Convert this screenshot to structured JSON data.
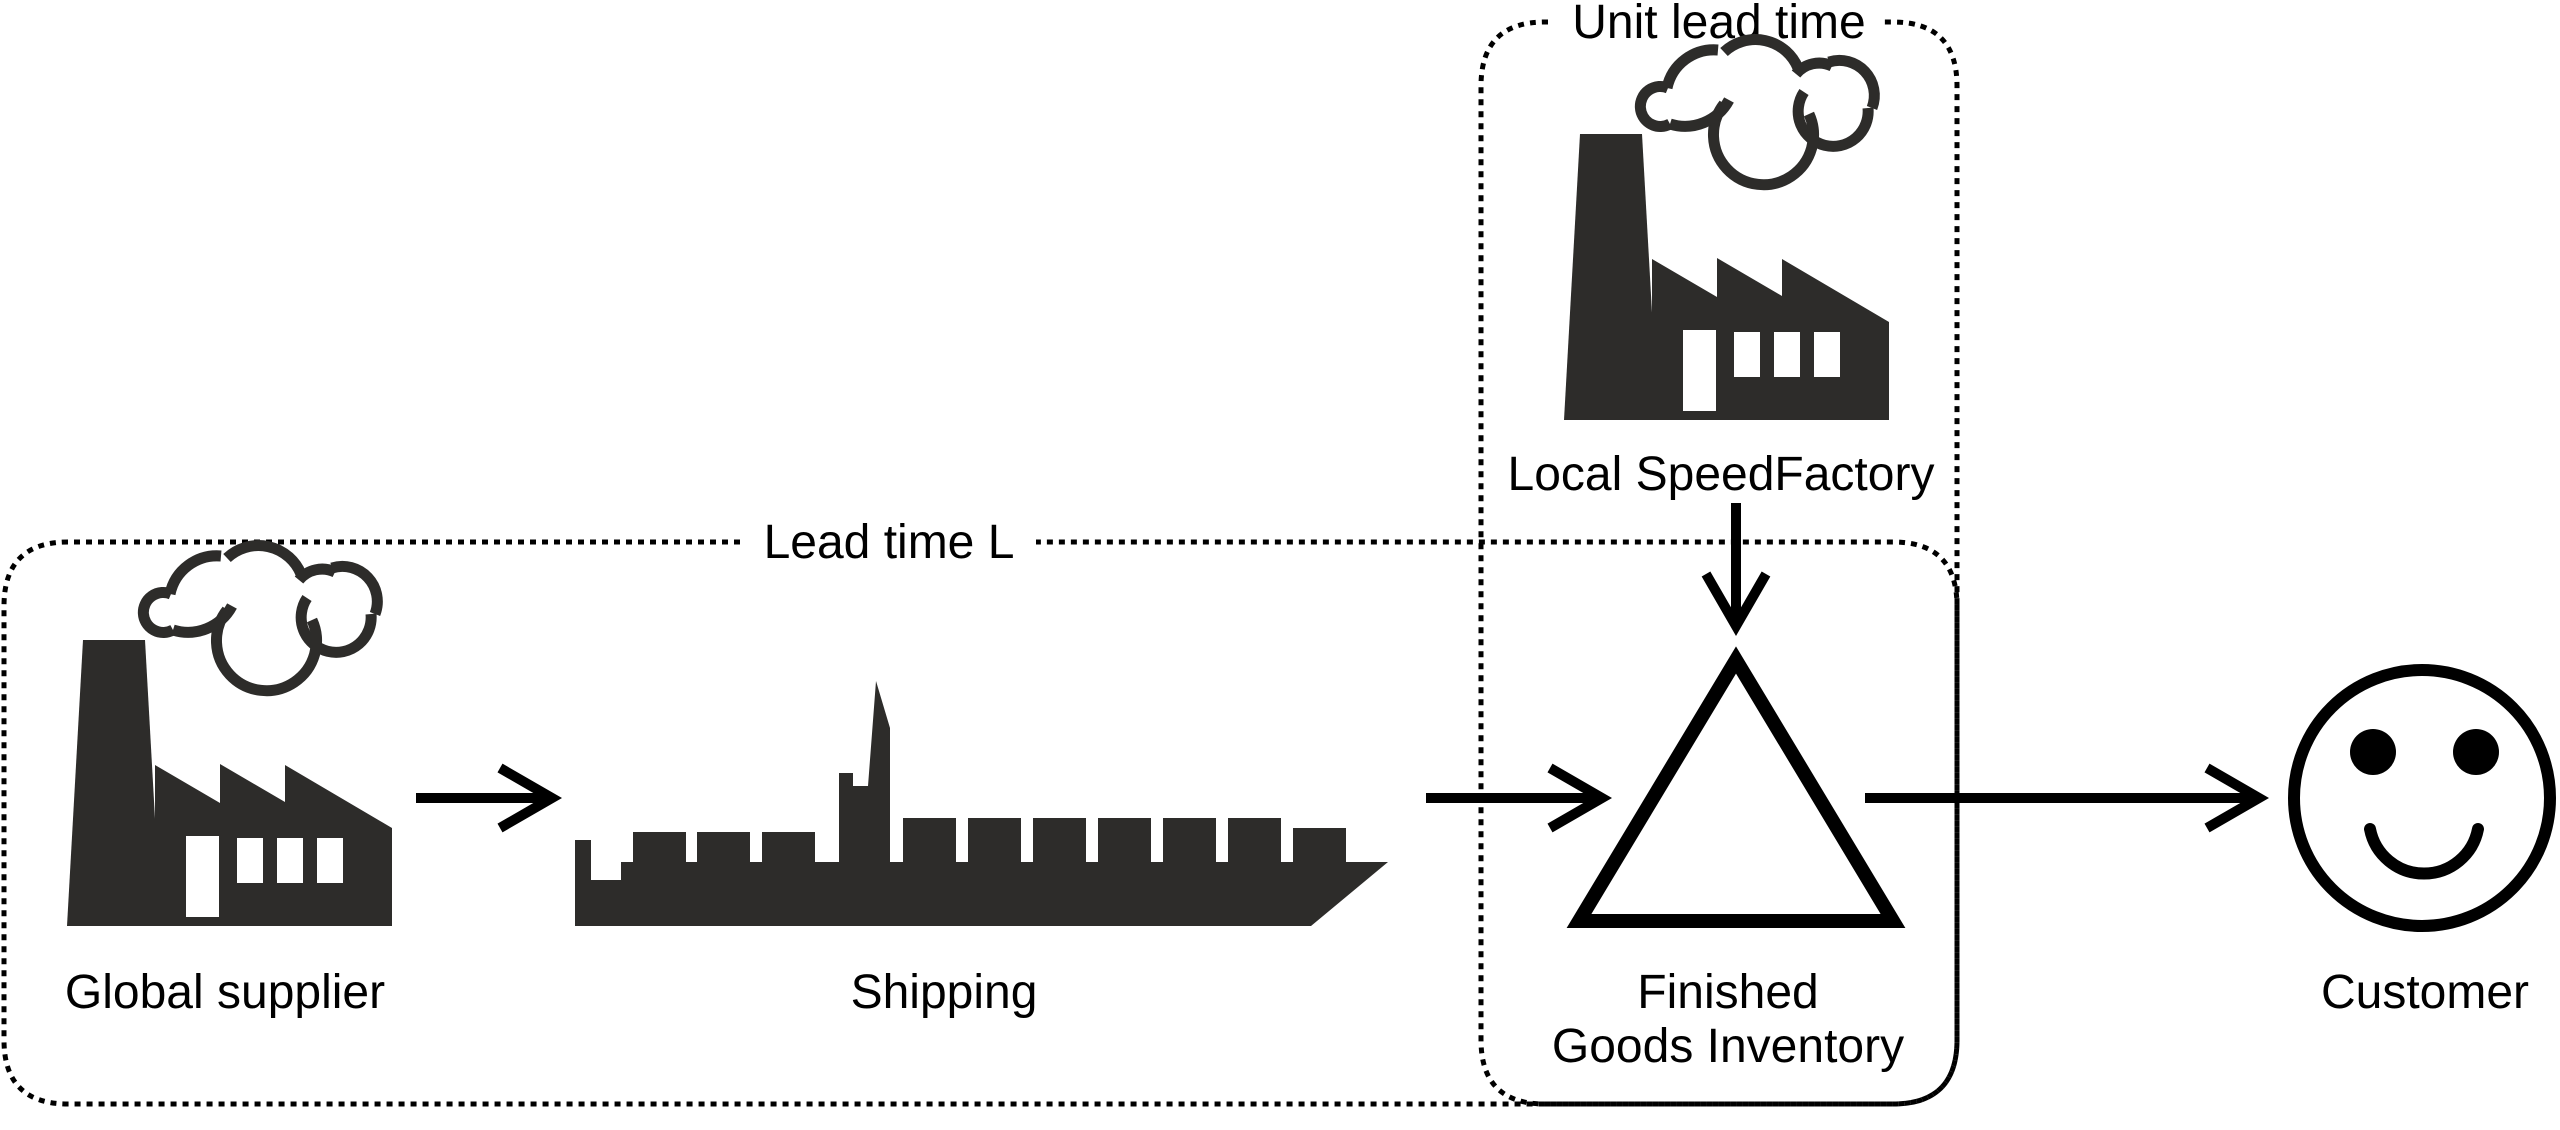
{
  "diagram": {
    "groups": {
      "lead_time": {
        "label": "Lead time L"
      },
      "unit_lead_time": {
        "label": "Unit lead time"
      }
    },
    "nodes": {
      "global_supplier": {
        "label": "Global supplier",
        "icon": "factory-icon"
      },
      "shipping": {
        "label": "Shipping",
        "icon": "ship-icon"
      },
      "local_factory": {
        "label": "Local SpeedFactory",
        "icon": "factory-icon"
      },
      "inventory": {
        "label_line1": "Finished",
        "label_line2": "Goods Inventory",
        "icon": "triangle-inventory-icon"
      },
      "customer": {
        "label": "Customer",
        "icon": "smiley-face-icon"
      }
    },
    "edges": [
      {
        "from": "Global supplier",
        "to": "Shipping"
      },
      {
        "from": "Shipping",
        "to": "Finished Goods Inventory"
      },
      {
        "from": "Local SpeedFactory",
        "to": "Finished Goods Inventory"
      },
      {
        "from": "Finished Goods Inventory",
        "to": "Customer"
      }
    ],
    "colors": {
      "icon_fill": "#2d2c2a",
      "line": "#000000"
    }
  }
}
